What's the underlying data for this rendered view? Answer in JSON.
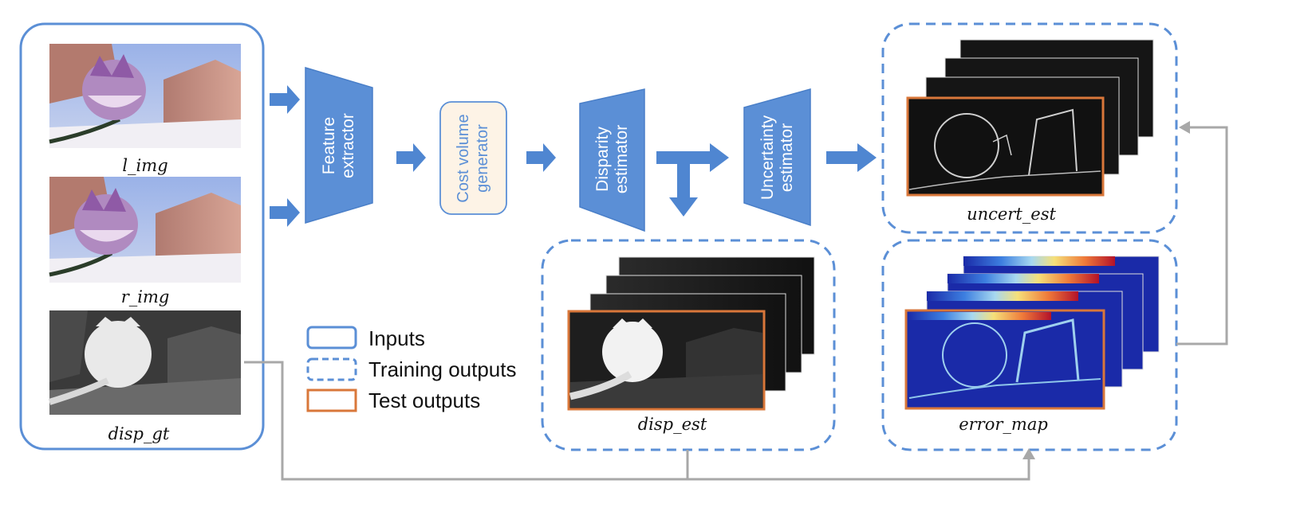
{
  "inputs": {
    "left_image_label": "l_img",
    "right_image_label": "r_img",
    "ground_truth_label": "disp_gt"
  },
  "blocks": {
    "feature_extractor": [
      "Feature",
      "extractor"
    ],
    "cost_volume_generator": [
      "Cost volume",
      "generator"
    ],
    "disparity_estimator": [
      "Disparity",
      "estimator"
    ],
    "uncertainty_estimator": [
      "Uncertainty",
      "estimator"
    ]
  },
  "outputs": {
    "uncertainty_label": "uncert_est",
    "disparity_label": "disp_est",
    "error_map_label": "error_map"
  },
  "legend": {
    "inputs": "Inputs",
    "training_outputs": "Training outputs",
    "test_outputs": "Test outputs"
  },
  "colors": {
    "block_fill": "#5b8fd6",
    "block_stroke": "#4a7fc8",
    "arrow": "#4f86d1",
    "group_border": "#5b8fd6",
    "test_border": "#d9773a",
    "feedback_line": "#a8a8a8",
    "cost_fill": "#fdf3e6"
  }
}
